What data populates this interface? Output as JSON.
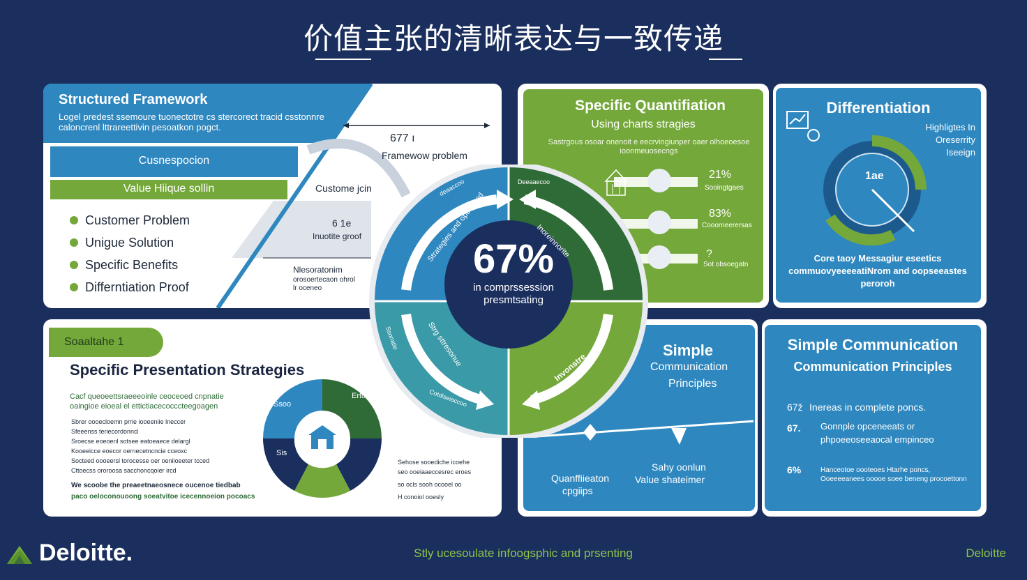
{
  "title": "价值主张的清晰表达与一致传递",
  "structured": {
    "title": "Structured Framework",
    "subtitle": "Logel predest ssemoure tuonectotre cs stercorect tracid csstonnre caloncrenl lttrareettivin pesoatkon pogct.",
    "bar1": "Cusnespocion",
    "bar2": "Value Hiique sollin",
    "items": [
      "Customer Problem",
      "Unigue Solution",
      "Specific Benefits",
      "Differntiation Proof"
    ],
    "arrow_value": "677 ı",
    "framework": "Framewow problem",
    "customer": "Custome  jcin",
    "six": "6 1e",
    "proof": "Inuotite groof",
    "note_title": "Nlesoratonim",
    "note_body": "orosoertecaon ohrol lr oceneo"
  },
  "center": {
    "percent": "67%",
    "line1": "in comprssession",
    "line2": "presmtsating",
    "arc_tl": "Strategies and opesneed",
    "arc_tr": "Inoreinnorite",
    "arc_bl": "Strg sttresonue",
    "arc_br": "Invonstre",
    "outer_tl": "Deeaaecoo",
    "outer_tr": "deaaccoo",
    "outer_bl": "Ssonatie",
    "outer_br": "Cotdiseiaccoo"
  },
  "quant": {
    "title": "Specific Quantifiation",
    "subtitle": "Using charts stragies",
    "desc": "Sastrgous osoar onenoit e eecrvingiunper oaer olhoeoesoe ioonmeuosecngs",
    "rows": [
      {
        "value": "21%",
        "label": "Sooingtgaes"
      },
      {
        "value": "83%",
        "label": "Cooorneerersas"
      },
      {
        "value": "?",
        "label": "Sot obsoegatn"
      }
    ]
  },
  "diff": {
    "title": "Differentiation",
    "right_text": "Highligtes In Oreserrity Iseeign",
    "dial": "1ae",
    "body": "Core taoy Messagiur eseetics commuovyeeeeatiNrom and oopseeastes peroroh"
  },
  "presentation": {
    "badge": "Soaaltahe 1",
    "title": "Specific Presentation Strategies",
    "intro": "Cacf queoeettsraeeeoinle ceoceoed cnpnatie oaingioe eioeal el ettictiacecocccteegoagen",
    "bullets": [
      "Sbrer oooecloemn prrie iooeeniie lneccer",
      "Sfeeenss teriecordonncl",
      "Sroecse eoeoenl sotsee eatoeaece delargl",
      "Kooeeicce eoecor oernecetncncie cceoxc",
      "Socteed oooeersl torocesse oer oeniioeeter tcced",
      "Cttoecss ororoosa sacchoncqoier ircd"
    ],
    "bottom1": "We scoobe the preaeetnaeosnece oucenoe tiedbab",
    "bottom2": "paco oeloconouoong soeatvitoe icecennoeion pocoacs",
    "donut_tr": "Erto",
    "donut_l": "Ssoo",
    "donut_bl": "Sis",
    "side1": "Sehose sooediche icoehe",
    "side2": "seo ooeiaaeccesrec eroes",
    "side3": "so ocls sooh ocooel oo",
    "side4": "H conoiol ooesly"
  },
  "simple": {
    "title1": "Simple",
    "title2": "Communication",
    "title3": "Principles",
    "left_label1": "Quanffiieaton",
    "left_label2": "cpgiips",
    "right_label1": "Sahy oonlun",
    "right_label2": "Value shateimer"
  },
  "comm": {
    "title": "Simple Communication",
    "subtitle": "Communication Principles",
    "rows": [
      {
        "value": "67ž",
        "text": "Inereas in complete poncs."
      },
      {
        "value": "67.",
        "text": "Gonnple opceneeats or phpoeeoseeaocal empinceo"
      },
      {
        "value": "6%",
        "text": "Hanceotoe oooteoes Htarhe poncs, Ooeeeeanees ooooe soee beneng procoettonn"
      }
    ]
  },
  "footer": {
    "brand": "Deloitte.",
    "tagline": "Stly ucesoulate infoogsphic and prsenting",
    "right": "Deloitte"
  },
  "colors": {
    "navy": "#1b2f5e",
    "blue": "#2e87bf",
    "green": "#74a83a",
    "dark_green": "#2e6b36",
    "teal": "#3a9aa8"
  }
}
